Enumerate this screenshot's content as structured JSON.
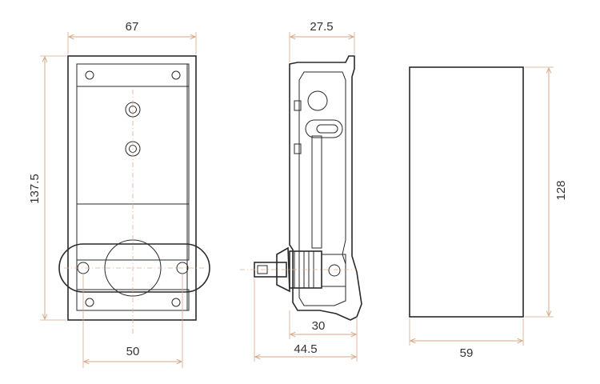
{
  "colors": {
    "dimension": "#d9a888",
    "outline": "#2a2a2a",
    "fill_light": "#f1f1f1",
    "fill_mid": "#e4e4e4"
  },
  "dimensions": {
    "front_width": "67",
    "front_height": "137.5",
    "handle_hole_spacing": "50",
    "side_top_depth": "27.5",
    "side_bottom_30": "30",
    "side_total_depth": "44.5",
    "back_height": "128",
    "back_width": "59"
  }
}
